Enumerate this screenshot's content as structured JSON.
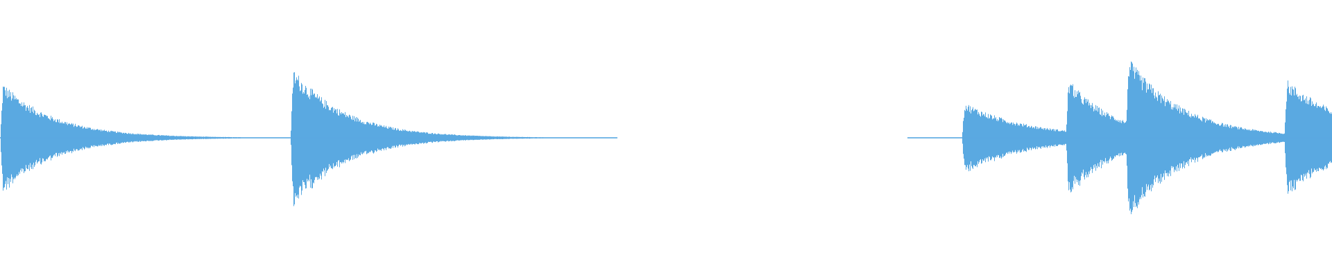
{
  "waveform": {
    "color": "#5aa9e1",
    "background": "#ffffff",
    "segments": [
      {
        "name": "segment-1",
        "start": 0.0,
        "end": 0.463,
        "bursts": [
          {
            "onset": 0.0,
            "peak": 0.42,
            "decay": 0.18
          },
          {
            "onset": 0.218,
            "peak": 0.53,
            "decay": 0.18
          }
        ]
      },
      {
        "name": "segment-2",
        "start": 0.681,
        "end": 1.0,
        "bursts": [
          {
            "onset": 0.722,
            "peak": 0.27,
            "decay": 0.22
          },
          {
            "onset": 0.8,
            "peak": 0.45,
            "decay": 0.16
          },
          {
            "onset": 0.845,
            "peak": 0.61,
            "decay": 0.19
          },
          {
            "onset": 0.964,
            "peak": 0.44,
            "decay": 0.22
          }
        ]
      }
    ]
  }
}
